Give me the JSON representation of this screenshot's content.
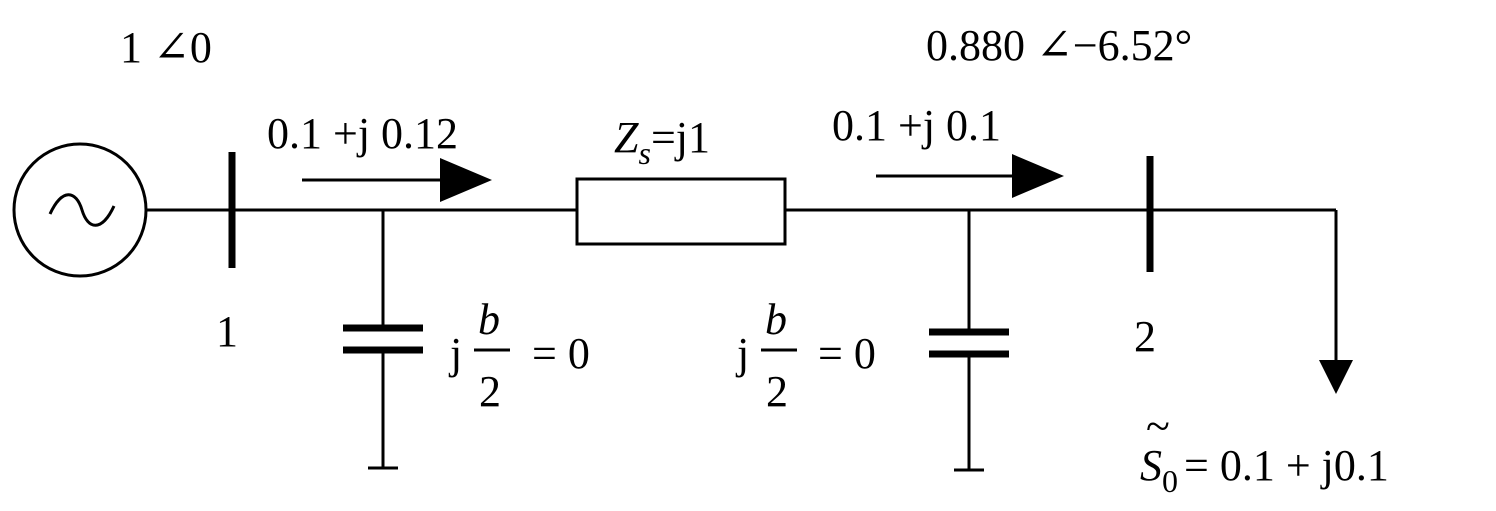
{
  "bus1": {
    "voltage": "1 ∠0",
    "label": "1",
    "flow": "0.1 +j 0.12"
  },
  "bus2": {
    "voltage": "0.880 ∠−6.52°",
    "label": "2",
    "flow": "0.1 +j 0.1"
  },
  "impedance": {
    "symbol": "Z",
    "subscript": "s",
    "value": "=j1"
  },
  "shunt_left": {
    "prefix": "j",
    "numerator": "b",
    "denominator": "2",
    "value": "= 0"
  },
  "shunt_right": {
    "prefix": "j",
    "numerator": "b",
    "denominator": "2",
    "value": "= 0"
  },
  "load": {
    "symbol": "S",
    "tilde": "~",
    "subscript": "0",
    "value": "= 0.1 + j0.1"
  },
  "icons": {
    "source": "ac-source-icon",
    "ground": "ground-icon",
    "capacitor": "capacitor-icon"
  }
}
